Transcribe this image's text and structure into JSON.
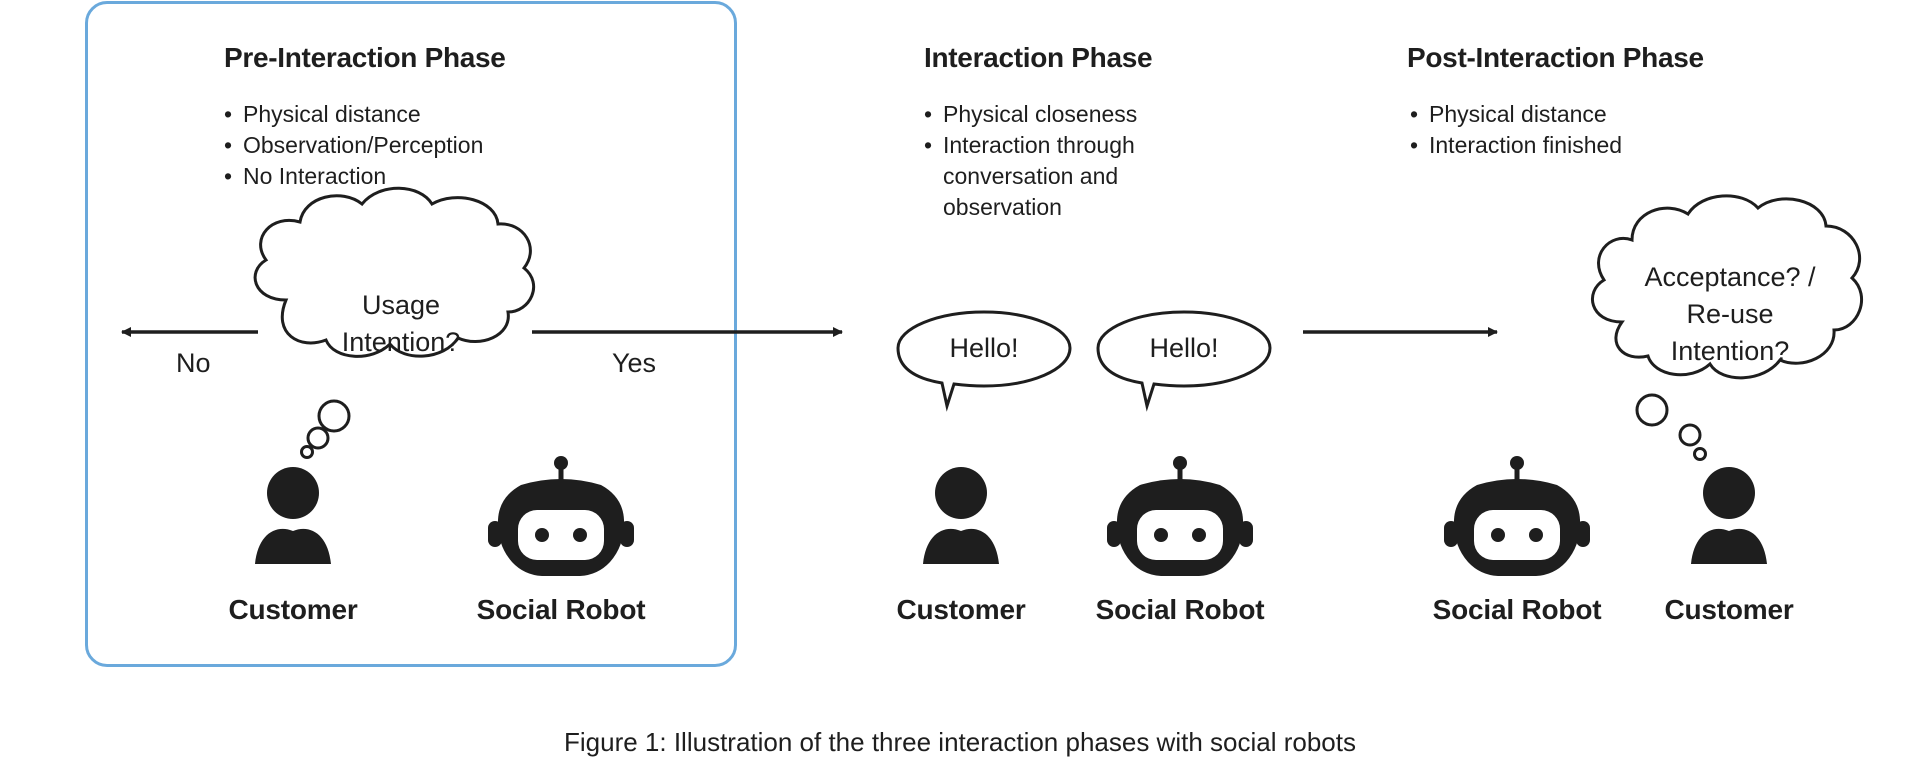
{
  "phases": [
    {
      "title": "Pre-Interaction Phase",
      "bullets": [
        "Physical distance",
        "Observation/Perception",
        "No Interaction"
      ]
    },
    {
      "title": "Interaction Phase",
      "bullets": [
        "Physical closeness",
        "Interaction through",
        "conversation and",
        "observation"
      ]
    },
    {
      "title": "Post-Interaction Phase",
      "bullets": [
        "Physical distance",
        "Interaction finished"
      ]
    }
  ],
  "thoughts": {
    "pre": [
      "Usage",
      "Intention?"
    ],
    "post": [
      "Acceptance? /",
      "Re-use",
      "Intention?"
    ]
  },
  "speech": {
    "customer": "Hello!",
    "robot": "Hello!"
  },
  "decision": {
    "no": "No",
    "yes": "Yes"
  },
  "labels": {
    "customer": "Customer",
    "robot": "Social Robot"
  },
  "caption": "Figure 1: Illustration of the three interaction phases with social robots",
  "colors": {
    "frame": "#6aa9dc",
    "ink": "#1e1e1e"
  }
}
